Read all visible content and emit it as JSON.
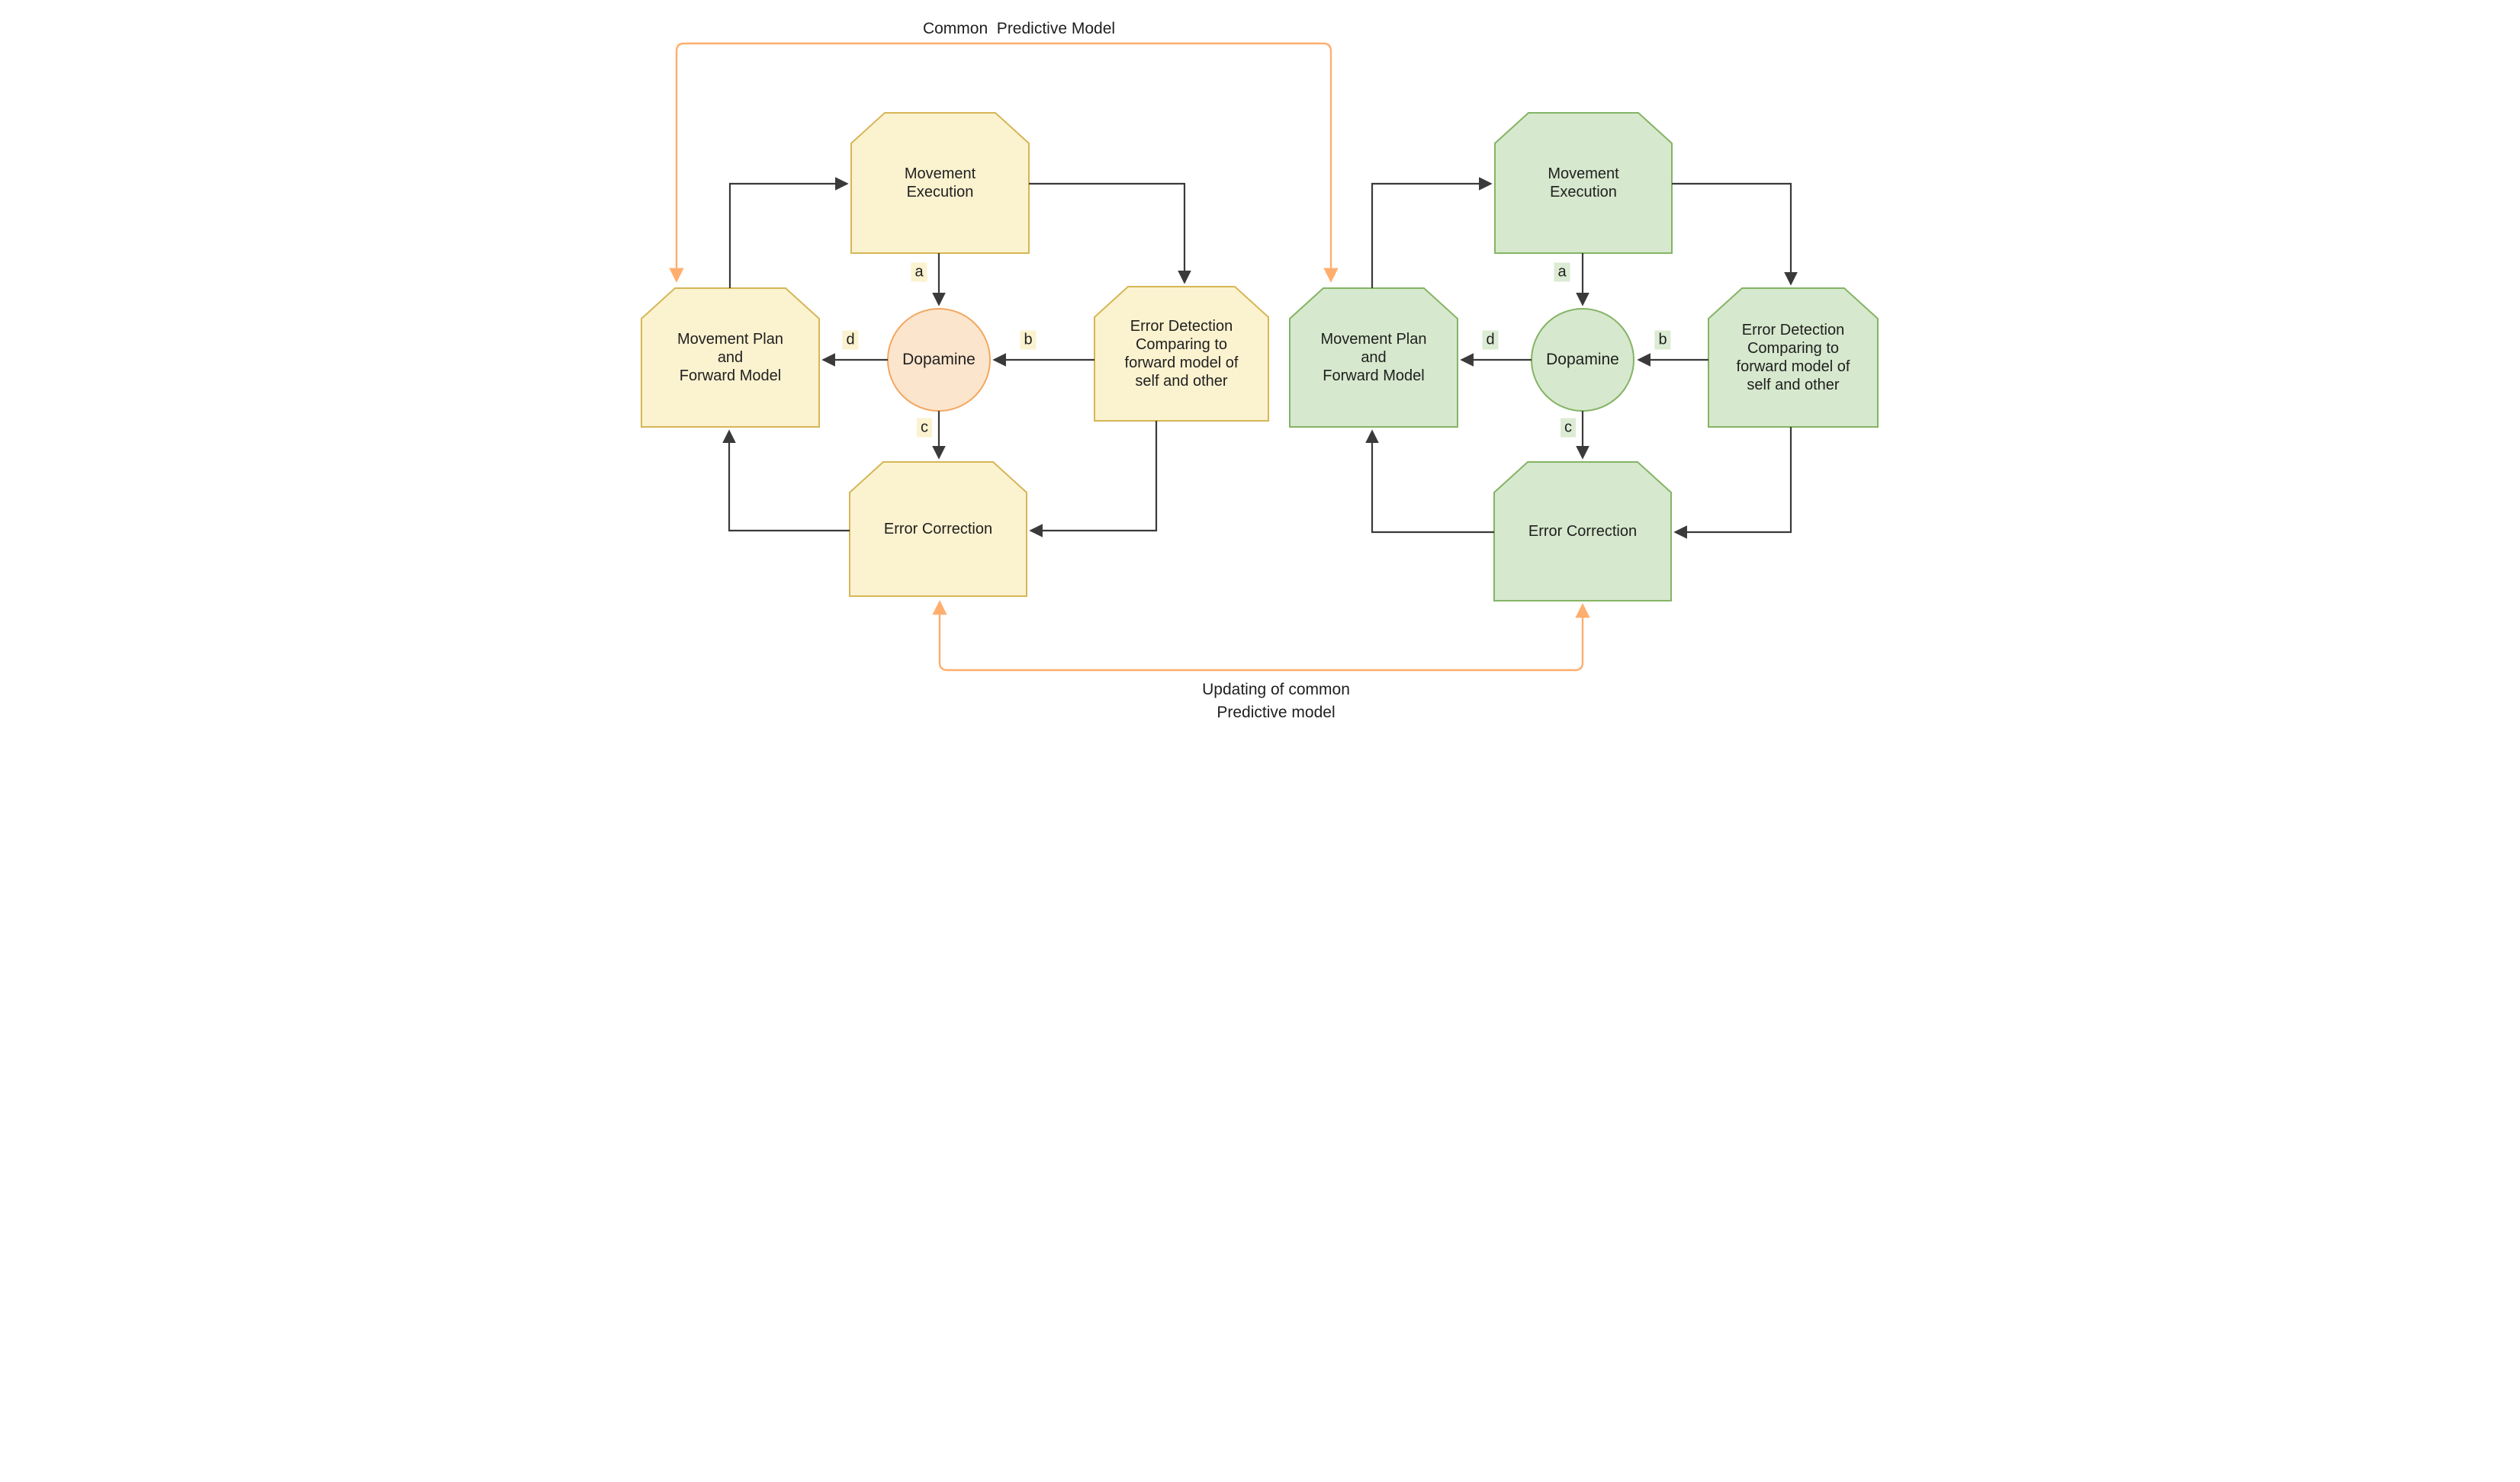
{
  "title": "Common  Predictive Model",
  "bottom_caption": "Updating of common\nPredictive model",
  "colors": {
    "yellow_fill": "#FBF2CF",
    "yellow_stroke": "#D6B656",
    "green_fill": "#D6E8CD",
    "green_stroke": "#84B465",
    "peach_fill": "#FCE5CD",
    "peach_stroke": "#F3A760",
    "orange_line": "#FFAE6E",
    "black_line": "#3A3A3A",
    "chip_yellow": "#FBF2CF",
    "chip_green": "#DCEBD3",
    "text": "#1F1F1F"
  },
  "left_loop": {
    "theme": "yellow",
    "movement_execution": "Movement\nExecution",
    "movement_plan": "Movement Plan\nand\nForward Model",
    "error_detection": "Error Detection\nComparing to\nforward model of\nself and other",
    "dopamine": "Dopamine",
    "error_correction": "Error Correction",
    "edge_labels": {
      "a": "a",
      "b": "b",
      "c": "c",
      "d": "d"
    }
  },
  "right_loop": {
    "theme": "green",
    "movement_execution": "Movement\nExecution",
    "movement_plan": "Movement Plan\nand\nForward Model",
    "error_detection": "Error Detection\nComparing to\nforward model of\nself and other",
    "dopamine": "Dopamine",
    "error_correction": "Error Correction",
    "edge_labels": {
      "a": "a",
      "b": "b",
      "c": "c",
      "d": "d"
    }
  }
}
